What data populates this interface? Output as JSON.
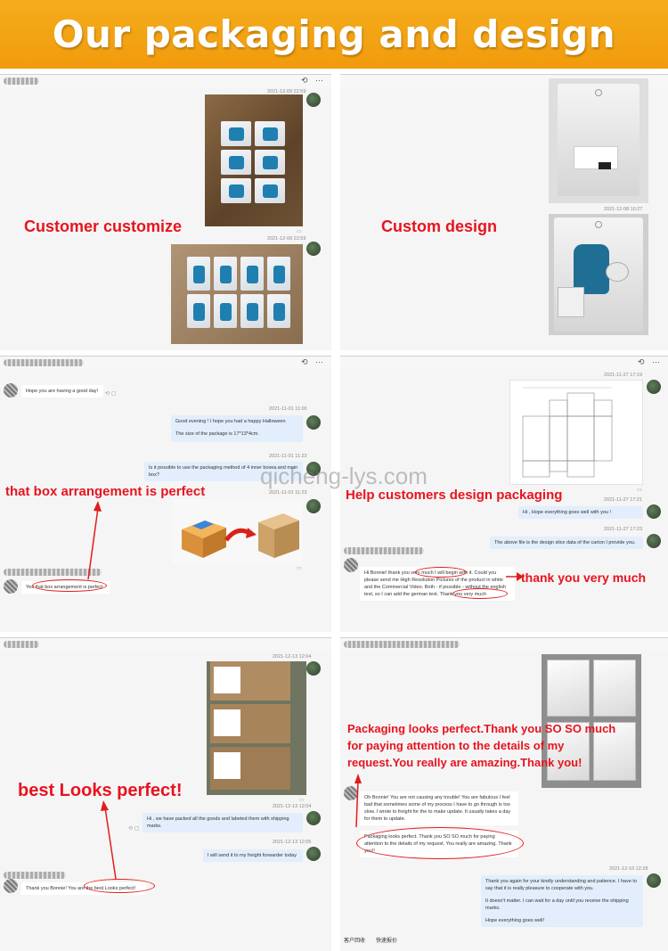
{
  "banner": {
    "title": "Our packaging and design"
  },
  "watermark": "qicheng-lys.com",
  "panel1": {
    "label": "Customer customize",
    "timestamps": [
      "2021-12-09 22:59",
      "2021-12-09 22:59"
    ]
  },
  "panel2": {
    "label": "Custom design",
    "timestamps": [
      "2021-12-08 10:27"
    ]
  },
  "panel3": {
    "label": "that box arrangement is perfect",
    "messages": {
      "greeting": "Hope you are having a good day!",
      "ts1": "2021-11-01 11:00",
      "halloween": "Good evening        ! I hope you had a happy Halloween",
      "size": "The size of the package is 17*13*4cm.",
      "ts2": "2021-11-01 11:23",
      "question": "Is it possible to use the packaging method of 4 inner boxes and main box?",
      "ts3": "2021-11-01 11:23",
      "reply": "Yes that box arrangement is perfect"
    }
  },
  "panel4": {
    "label": "Help customers design packaging",
    "thank_label": "thank you very much",
    "messages": {
      "ts1": "2021-11-27 17:19",
      "ts2": "2021-11-27 17:21",
      "hope": "Hi        , Hope everything goes well with you !",
      "ts3": "2021-11-27 17:23",
      "design": "The above file is the design slice data of the carton I provide you.",
      "customer": "Hi Bonnie!         thank you very much I will begin with it. Could you please send me High Resolution Pictures of the product in white and the Commercial Video. Both - if possible - without the english text, so I can add the german text. Thank you very much"
    }
  },
  "panel5": {
    "label": "best Looks perfect!",
    "messages": {
      "ts1": "2021-12-13 12:04",
      "ts2": "2021-12-13 12:04",
      "packed": "Hi        , we have packed all the goods and labeted them with shipping marks.",
      "ts3": "2021-12-13 12:05",
      "send": "I will send it to my freight forwarder today",
      "reply": "Thank you Bonnie! You are the best Looks perfect!"
    }
  },
  "panel6": {
    "label_line1": "Packaging looks perfect.Thank you SO SO much",
    "label_line2": "for paying attention to the details of my",
    "label_line3": "request.You really are amazing.Thank you!",
    "messages": {
      "trouble": "Oh Bonnie! You are not causing any trouble! You are fabulous    I feel bad that sometimes some of my process I have to go through is too slow. I wrote to freight for the to make update. It usually takes a day for them to update.",
      "perfect": "Packaging looks perfect. Thank you SO SO much for paying attention to the details of my request. You really are amazing. Thank you!!",
      "ts1": "2021-12-10 12:28",
      "again": "Thank you again for your kindly understanding and patience. I have to say that it is really pleasure to cooperate with you.",
      "matter": "It doesn't matter. I can wait for a day until you receive the shipping marks.",
      "hope": "Hope everything goes well!",
      "footer1": "客户回收",
      "footer2": "快速报价"
    }
  }
}
